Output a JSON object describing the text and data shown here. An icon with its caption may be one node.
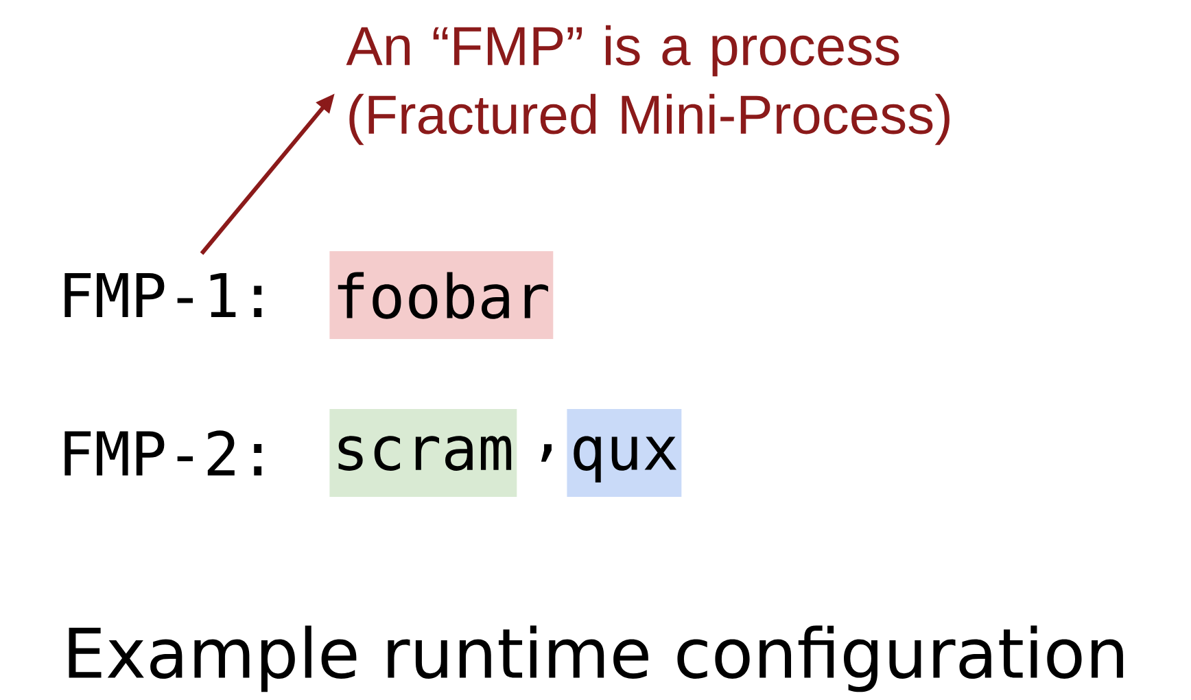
{
  "diagram": {
    "caption": "Example runtime configuration",
    "nodes": [
      {
        "text": [
          "An “FMP” is a process (Fractured Mini-Process)"
        ]
      },
      {
        "text": [
          "FMP-1:"
        ]
      },
      {
        "text": [
          "foobar"
        ]
      },
      {
        "text": [
          "scram"
        ]
      },
      {
        "text": [
          "qux"
        ]
      }
    ],
    "edges": [
      {
        "from": 1,
        "to": 0,
        "arrow": "to"
      }
    ],
    "labels": [
      "FMP-2:",
      ","
    ]
  }
}
